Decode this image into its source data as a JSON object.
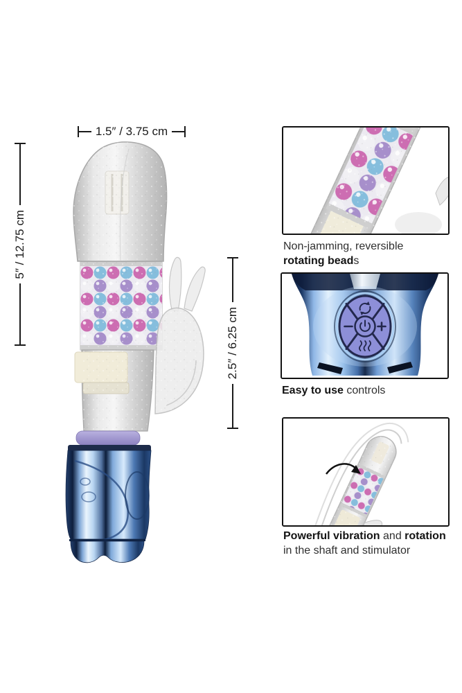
{
  "product": {
    "title": "rabbit-vibrator-dimension-diagram",
    "dimensions": {
      "head_width": "1.5″ / 3.75 cm",
      "shaft_length": "5″ / 12.75 cm",
      "stimulator_length": "2.5″ / 6.25 cm"
    }
  },
  "callouts": [
    {
      "id": "rotating-beads",
      "caption": {
        "line1": "Non-jamming, reversible",
        "line2_bold": "rotating bead",
        "line2_tail": "s"
      }
    },
    {
      "id": "easy-controls",
      "caption": {
        "bold": "Easy to use",
        "tail": " controls"
      }
    },
    {
      "id": "vibration-rotation",
      "caption": {
        "line1_bold1": "Powerful vibration",
        "line1_mid": " and ",
        "line1_bold2": "rotation",
        "line2": "in the shaft and stimulator"
      }
    }
  ],
  "control_pad_icons": [
    "rotation-icon",
    "minus-icon",
    "power-icon",
    "plus-icon",
    "vibration-waves-icon"
  ],
  "colors": {
    "line_black": "#1a1a1a",
    "handle_blue": "#5f93d2",
    "handle_blue_dark": "#16294a",
    "handle_highlight": "#e3f1fd",
    "pad_purple": "#8d8fd8",
    "pad_outline": "#23284d",
    "ring_purple": "#a79fd2",
    "bead_pink": "#cd6db2",
    "bead_blue": "#86bedd",
    "bead_pearl": "#f1f0f4",
    "bead_lavender": "#a78fcb",
    "clear_plastic": "#dedede",
    "cream_mechanism": "#f1ecd9"
  }
}
